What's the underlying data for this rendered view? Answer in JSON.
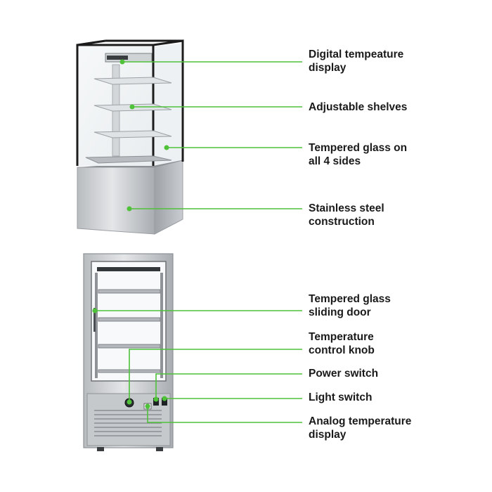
{
  "accent_color": "#4fc23a",
  "front_view": {
    "labels": [
      {
        "id": "digital-temperature-display",
        "text": "Digital tempeature\ndisplay"
      },
      {
        "id": "adjustable-shelves",
        "text": "Adjustable shelves"
      },
      {
        "id": "tempered-glass-4-sides",
        "text": "Tempered glass on\nall 4 sides"
      },
      {
        "id": "stainless-steel-construction",
        "text": "Stainless steel\nconstruction"
      }
    ]
  },
  "back_view": {
    "labels": [
      {
        "id": "tempered-glass-sliding-door",
        "text": "Tempered glass\nsliding door"
      },
      {
        "id": "temperature-control-knob",
        "text": "Temperature\ncontrol knob"
      },
      {
        "id": "power-switch",
        "text": "Power switch"
      },
      {
        "id": "light-switch",
        "text": "Light switch"
      },
      {
        "id": "analog-temperature-display",
        "text": "Analog temperature\ndisplay"
      }
    ]
  }
}
